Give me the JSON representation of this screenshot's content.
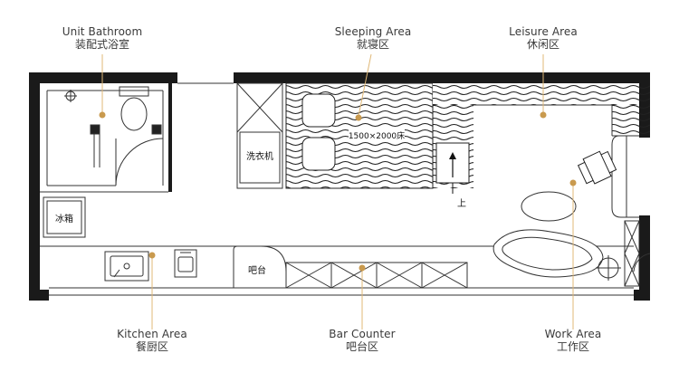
{
  "labels": {
    "unit_bathroom": {
      "en": "Unit Bathroom",
      "zh": "装配式浴室"
    },
    "sleeping_area": {
      "en": "Sleeping Area",
      "zh": "就寝区"
    },
    "leisure_area": {
      "en": "Leisure Area",
      "zh": "休闲区"
    },
    "kitchen_area": {
      "en": "Kitchen Area",
      "zh": "餐厨区"
    },
    "bar_counter": {
      "en": "Bar Counter",
      "zh": "吧台区"
    },
    "work_area": {
      "en": "Work Area",
      "zh": "工作区"
    }
  },
  "plan_text": {
    "washer": "洗衣机",
    "fridge": "冰箱",
    "bar": "吧台",
    "bed_size": "1500×2000床",
    "step_up": "上"
  },
  "colors": {
    "wall": "#1a1a1a",
    "line": "#333333",
    "leader": "#e0b877",
    "marker": "#c99a4e",
    "text": "#3a3a3a"
  }
}
